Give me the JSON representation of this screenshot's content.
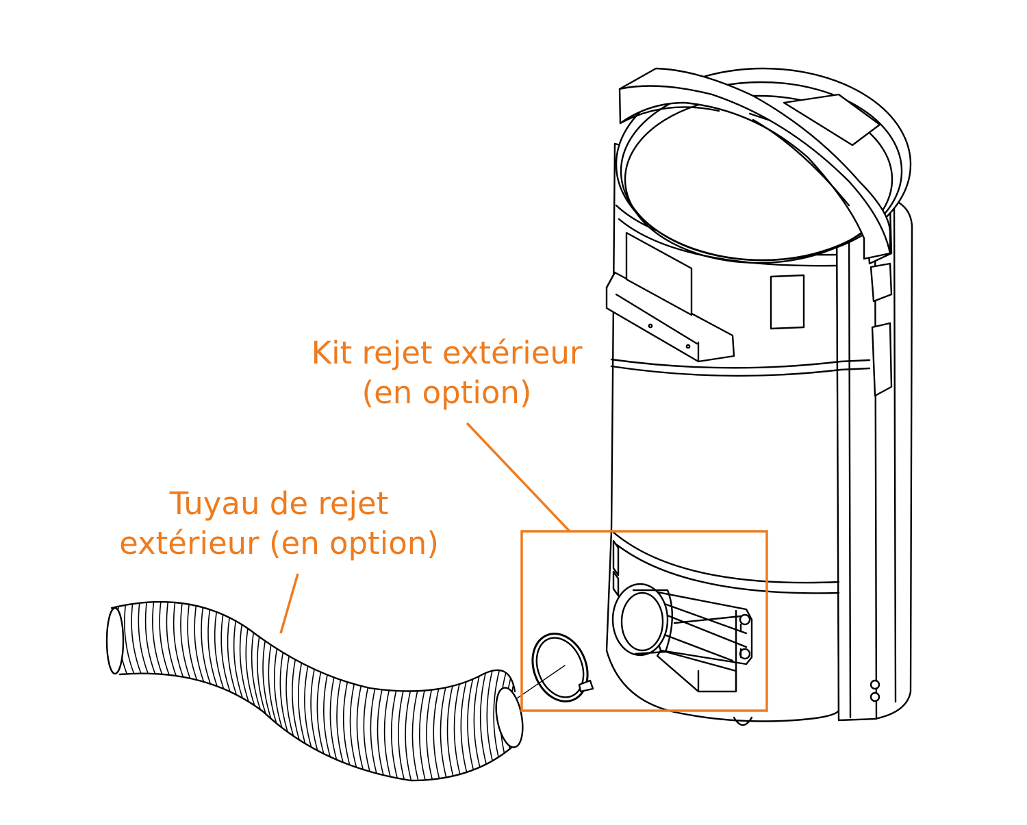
{
  "colors": {
    "accent": "#ee7b1e",
    "line": "#000000",
    "background": "#ffffff"
  },
  "labels": {
    "kit": {
      "line1": "Kit rejet extérieur",
      "line2": "(en option)"
    },
    "hose": {
      "line1": "Tuyau de rejet",
      "line2": "extérieur (en option)"
    }
  }
}
